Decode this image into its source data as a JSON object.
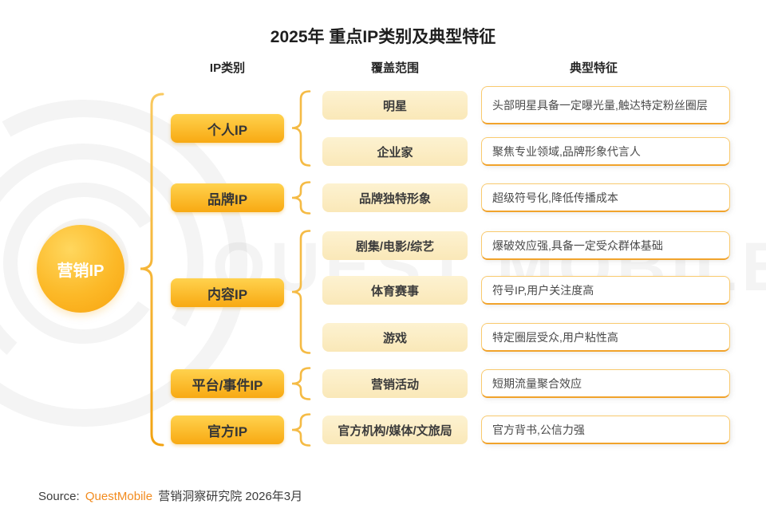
{
  "title": "2025年 重点IP类别及典型特征",
  "columns": {
    "category": "IP类别",
    "coverage": "覆盖范围",
    "feature": "典型特征"
  },
  "root": {
    "label": "营销IP"
  },
  "rows": [
    {
      "label": "个人IP",
      "items": [
        {
          "coverage": "明星",
          "feature": "头部明星具备一定曝光量,触达特定粉丝圈层"
        },
        {
          "coverage": "企业家",
          "feature": "聚焦专业领域,品牌形象代言人"
        }
      ]
    },
    {
      "label": "品牌IP",
      "items": [
        {
          "coverage": "品牌独特形象",
          "feature": "超级符号化,降低传播成本"
        }
      ]
    },
    {
      "label": "内容IP",
      "items": [
        {
          "coverage": "剧集/电影/综艺",
          "feature": "爆破效应强,具备一定受众群体基础"
        },
        {
          "coverage": "体育赛事",
          "feature": "符号IP,用户关注度高"
        },
        {
          "coverage": "游戏",
          "feature": "特定圈层受众,用户粘性高"
        }
      ]
    },
    {
      "label": "平台/事件IP",
      "items": [
        {
          "coverage": "营销活动",
          "feature": "短期流量聚合效应"
        }
      ]
    },
    {
      "label": "官方IP",
      "items": [
        {
          "coverage": "官方机构/媒体/文旅局",
          "feature": "官方背书,公信力强"
        }
      ]
    }
  ],
  "source": {
    "prefix": "Source:",
    "brand": "QuestMobile",
    "suffix": "营销洞察研究院 2026年3月"
  },
  "watermark": {
    "text": "QUEST MOBILE"
  },
  "colors": {
    "accent_orange": "#f8a912",
    "accent_gold": "#ffd24e",
    "cream_box": "#fbedc5",
    "feature_border": "#f1a32b",
    "brand_text": "#f28b1e"
  }
}
